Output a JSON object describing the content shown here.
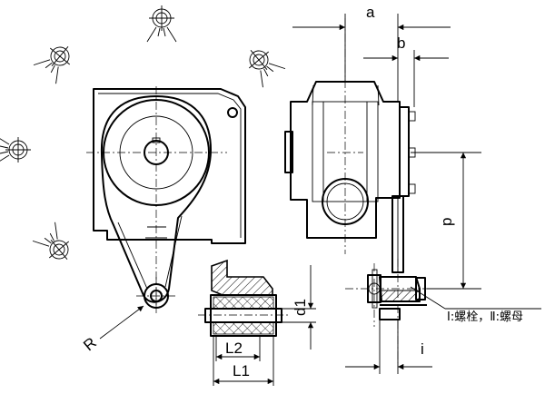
{
  "labels": {
    "a": "a",
    "b": "b",
    "p": "p",
    "i": "i",
    "d1": "d1",
    "L1": "L1",
    "L2": "L2",
    "R": "R",
    "note": "Ⅰ:螺栓，Ⅱ:螺母"
  },
  "icons": {
    "mounting_positions": "mounting-position-icon",
    "arrow": "dimension-arrow-icon"
  }
}
